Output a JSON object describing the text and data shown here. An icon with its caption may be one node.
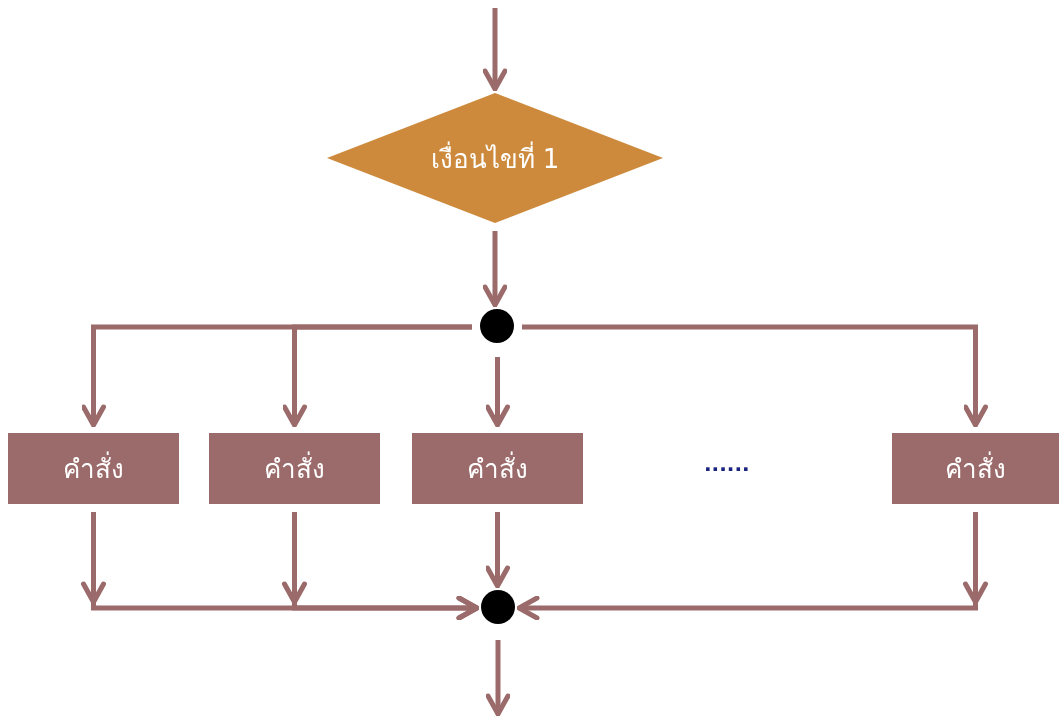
{
  "diagram": {
    "nodes": [
      {
        "text": [
          "เงื่อนไขที่ 1"
        ]
      },
      {
        "text": [],
        "shape": "circle"
      },
      {
        "text": [
          "คำสั่ง"
        ]
      },
      {
        "text": [
          "คำสั่ง"
        ]
      },
      {
        "text": [
          "คำสั่ง"
        ]
      },
      {
        "text": [
          "คำสั่ง"
        ]
      },
      {
        "text": [],
        "shape": "circle"
      }
    ],
    "edges": [
      {
        "from": null,
        "to": 0,
        "arrow": "to"
      },
      {
        "from": 0,
        "to": 1,
        "arrow": "to"
      },
      {
        "from": 1,
        "to": 2,
        "arrow": "to"
      },
      {
        "from": 1,
        "to": 3,
        "arrow": "to"
      },
      {
        "from": 1,
        "to": 4,
        "arrow": "to"
      },
      {
        "from": 1,
        "to": 5,
        "arrow": "to"
      },
      {
        "from": 2,
        "to": 6,
        "arrow": "to"
      },
      {
        "from": 3,
        "to": 6,
        "arrow": "to"
      },
      {
        "from": 4,
        "to": 6,
        "arrow": "to"
      },
      {
        "from": 5,
        "to": 6,
        "arrow": "to"
      },
      {
        "from": 6,
        "to": null,
        "arrow": "to"
      }
    ],
    "labels": [
      "......"
    ]
  }
}
